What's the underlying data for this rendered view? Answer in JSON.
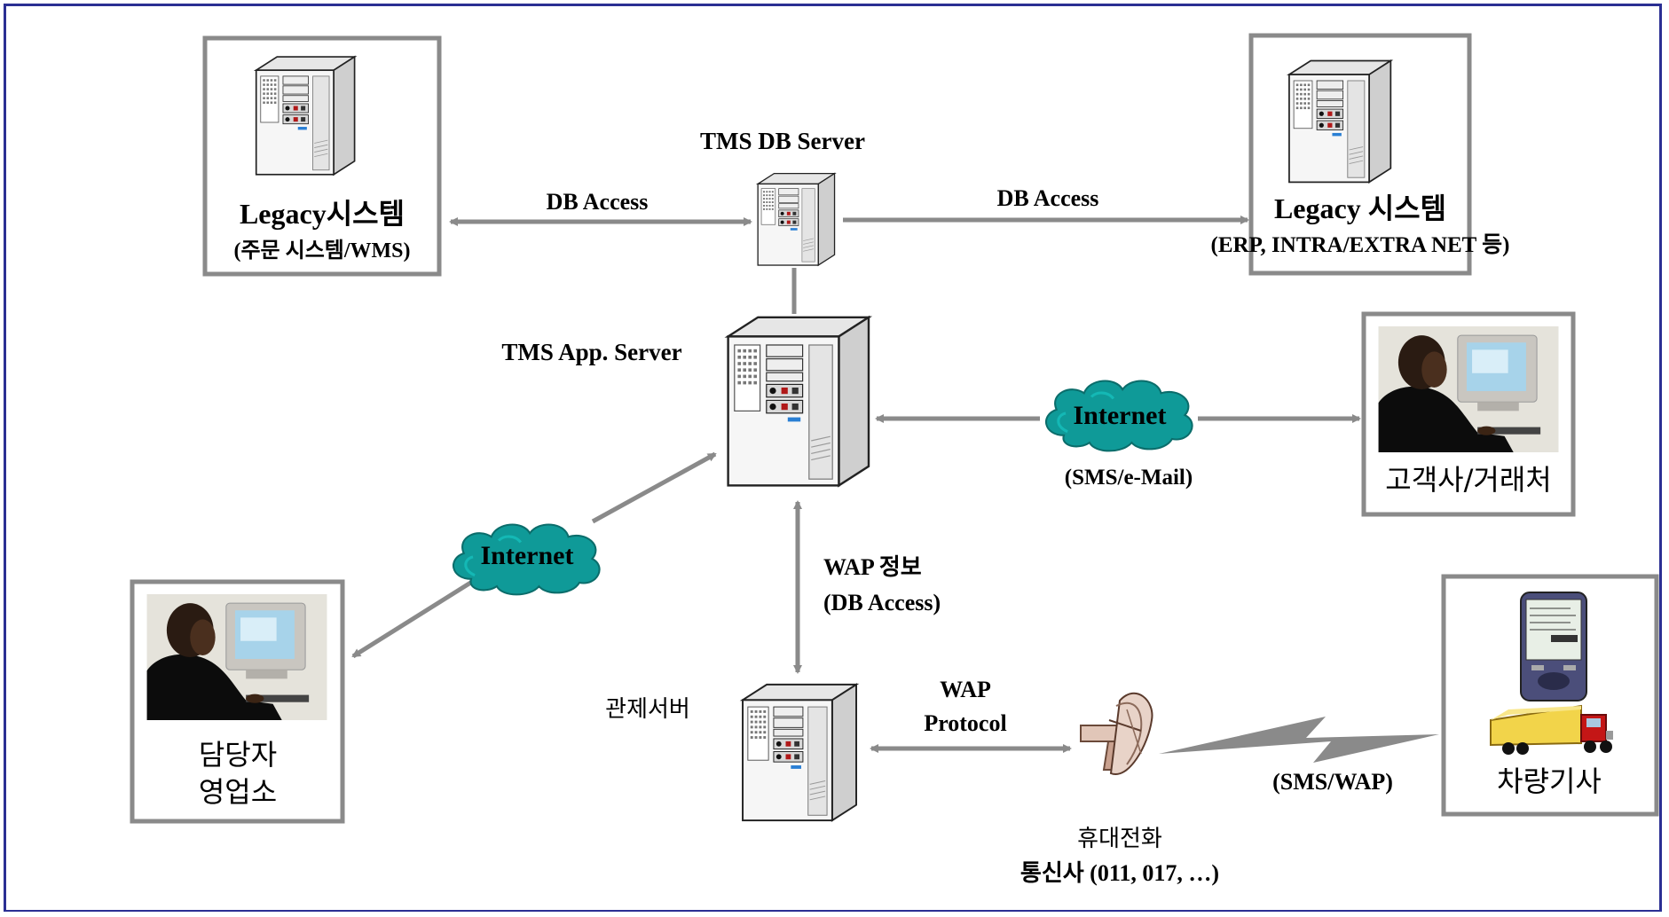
{
  "colors": {
    "frame": "#2b2f93",
    "arrow": "#8a8a8a",
    "box_border": "#8a8a8a",
    "cloud": "#0f9a98",
    "cloud_dark": "#0b6d6b",
    "text": "#000000"
  },
  "nodes": {
    "legacy_left": {
      "title": "Legacy시스템",
      "subtitle": "(주문 시스템/WMS)",
      "icon": "server-tower-icon"
    },
    "tms_db": {
      "title": "TMS DB Server",
      "icon": "server-tower-icon"
    },
    "legacy_right": {
      "title": "Legacy 시스템",
      "subtitle": "(ERP, INTRA/EXTRA NET 등)",
      "icon": "server-tower-icon"
    },
    "tms_app": {
      "title": "TMS App. Server",
      "icon": "server-tower-icon"
    },
    "customer": {
      "title": "고객사/거래처",
      "icon": "user-at-computer-photo"
    },
    "staff": {
      "line1": "담당자",
      "line2": "영업소",
      "icon": "user-at-computer-photo"
    },
    "control_server": {
      "title": "관제서버",
      "icon": "server-tower-icon"
    },
    "carrier": {
      "line1": "휴대전화",
      "line2": "통신사 (011, 017, …)",
      "icon": "satellite-dish-icon"
    },
    "driver": {
      "title": "차량기사",
      "icons": [
        "mobile-phone-icon",
        "truck-icon"
      ]
    }
  },
  "edges": {
    "left_db": "DB Access",
    "right_db": "DB Access",
    "internet_right_cloud": "Internet",
    "internet_right_note": "(SMS/e-Mail)",
    "internet_left_cloud": "Internet",
    "wap_line1": "WAP 정보",
    "wap_line2": "(DB Access)",
    "wap_protocol_line1": "WAP",
    "wap_protocol_line2": "Protocol",
    "sms_wap": "(SMS/WAP)"
  }
}
